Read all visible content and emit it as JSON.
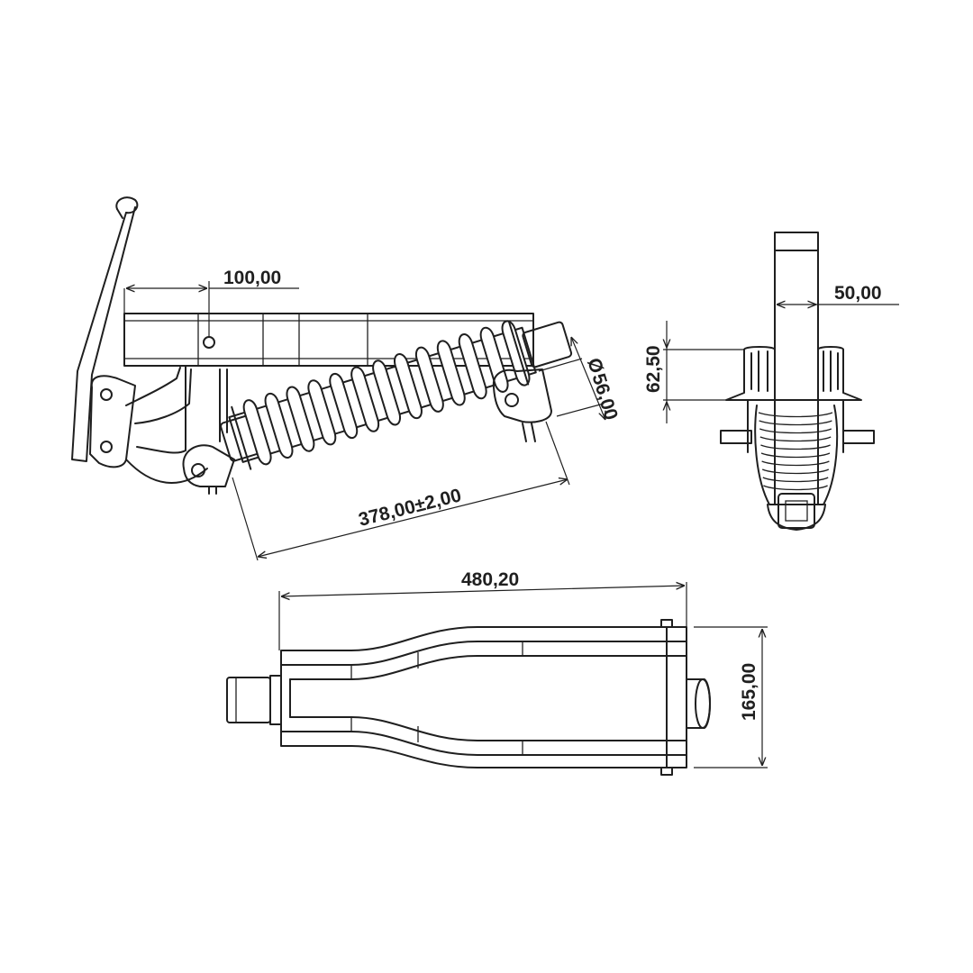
{
  "drawing": {
    "dimensions": {
      "arm_offset": "100,00",
      "spring_diameter_symbol": "Ø",
      "spring_diameter": "56,00",
      "spring_length": "378,00±2,00",
      "top_width": "50,00",
      "side_height": "62,50",
      "total_length": "480,20",
      "total_width": "165,00"
    }
  }
}
